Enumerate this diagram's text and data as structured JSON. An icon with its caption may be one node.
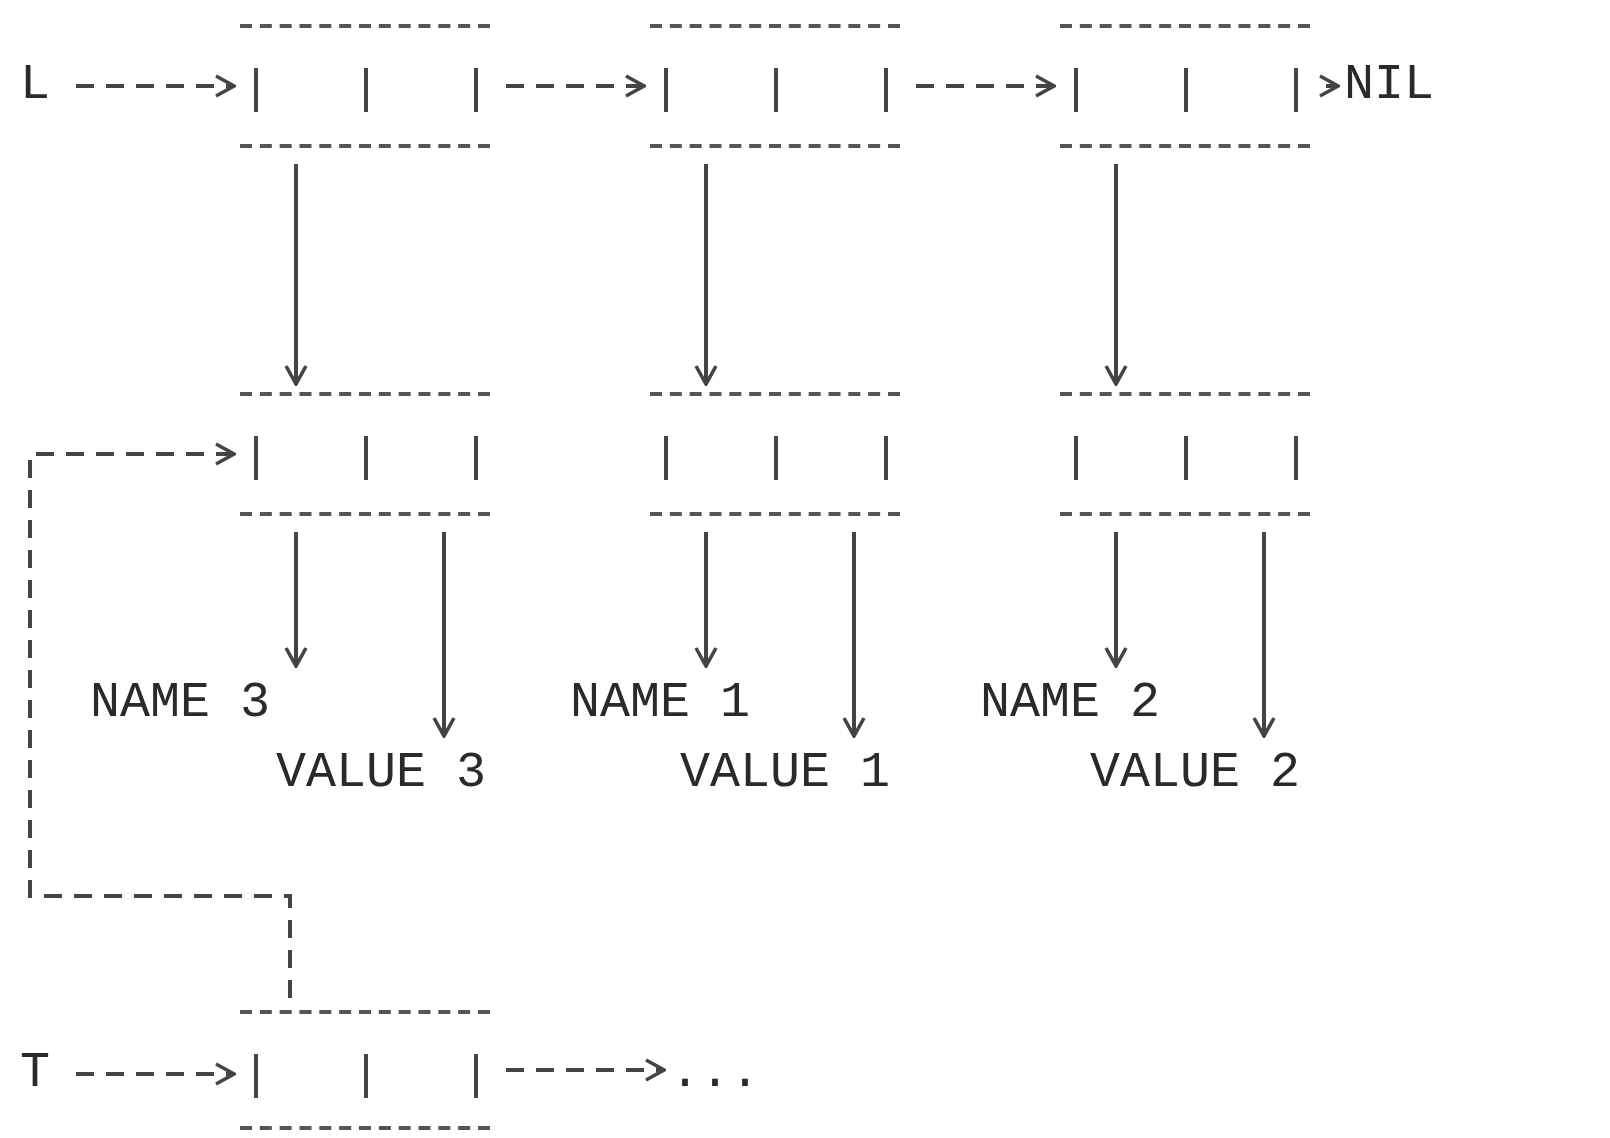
{
  "diagram": {
    "nodes": [
      {
        "text": [
          "L"
        ]
      },
      {
        "text": [],
        "shape": "box"
      },
      {
        "text": [],
        "shape": "box"
      },
      {
        "text": [],
        "shape": "box"
      },
      {
        "text": [
          "NIL"
        ]
      },
      {
        "text": [],
        "shape": "box"
      },
      {
        "text": [],
        "shape": "box"
      },
      {
        "text": [],
        "shape": "box"
      },
      {
        "text": [
          "NAME 3"
        ]
      },
      {
        "text": [
          "VALUE 3"
        ]
      },
      {
        "text": [
          "NAME 1"
        ]
      },
      {
        "text": [
          "VALUE 1"
        ]
      },
      {
        "text": [
          "NAME 2"
        ]
      },
      {
        "text": [
          "VALUE 2"
        ]
      },
      {
        "text": [
          "T"
        ]
      },
      {
        "text": [],
        "shape": "box"
      },
      {
        "text": [
          "..."
        ]
      }
    ],
    "edges": [
      {
        "from": 0,
        "to": 1,
        "arrow": "to",
        "style": "dashed"
      },
      {
        "from": 1,
        "to": 2,
        "arrow": "to",
        "style": "dashed"
      },
      {
        "from": 2,
        "to": 3,
        "arrow": "to",
        "style": "dashed"
      },
      {
        "from": 3,
        "to": 4,
        "arrow": "to",
        "style": "dashed"
      },
      {
        "from": 1,
        "to": 5,
        "arrow": "to"
      },
      {
        "from": 2,
        "to": 6,
        "arrow": "to"
      },
      {
        "from": 3,
        "to": 7,
        "arrow": "to"
      },
      {
        "from": 5,
        "to": 8,
        "arrow": "to"
      },
      {
        "from": 5,
        "to": 9,
        "arrow": "to"
      },
      {
        "from": 6,
        "to": 10,
        "arrow": "to"
      },
      {
        "from": 6,
        "to": 11,
        "arrow": "to"
      },
      {
        "from": 7,
        "to": 12,
        "arrow": "to"
      },
      {
        "from": 7,
        "to": 13,
        "arrow": "to"
      },
      {
        "from": 15,
        "to": 5,
        "arrow": "to",
        "style": "dashed"
      },
      {
        "from": 14,
        "to": 15,
        "arrow": "to",
        "style": "dashed"
      },
      {
        "from": 15,
        "to": 16,
        "arrow": "to",
        "style": "dashed"
      }
    ]
  }
}
